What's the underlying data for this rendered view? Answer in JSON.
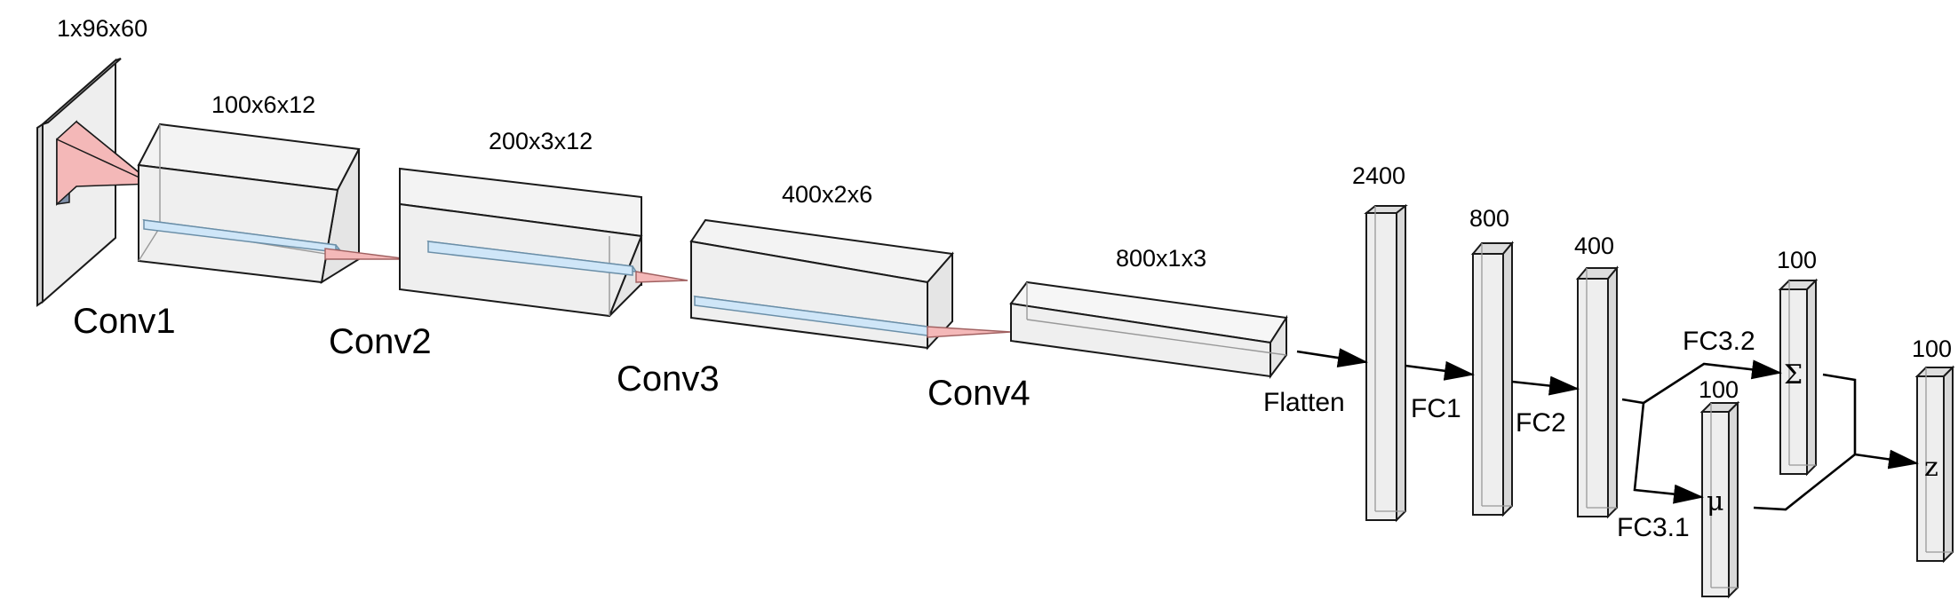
{
  "input": {
    "dims": "1x96x60"
  },
  "conv_layers": [
    {
      "name": "Conv1",
      "dims": "100x6x12"
    },
    {
      "name": "Conv2",
      "dims": "200x3x12"
    },
    {
      "name": "Conv3",
      "dims": "400x2x6"
    },
    {
      "name": "Conv4",
      "dims": "800x1x3"
    }
  ],
  "dense_layers": [
    {
      "edge_label": "Flatten",
      "size": "2400"
    },
    {
      "edge_label": "FC1",
      "size": "800"
    },
    {
      "edge_label": "FC2",
      "size": "400"
    }
  ],
  "heads": {
    "mu": {
      "edge_label": "FC3.1",
      "size": "100",
      "symbol": "μ"
    },
    "sigma": {
      "edge_label": "FC3.2",
      "size": "100",
      "symbol": "Σ"
    }
  },
  "output": {
    "size": "100",
    "symbol": "z"
  },
  "colors": {
    "box_stroke": "#1a1a1a",
    "box_fill": "#f1f1f1",
    "kernel_blue": "#b9daf3",
    "kernel_pink": "#f4b8b8"
  }
}
